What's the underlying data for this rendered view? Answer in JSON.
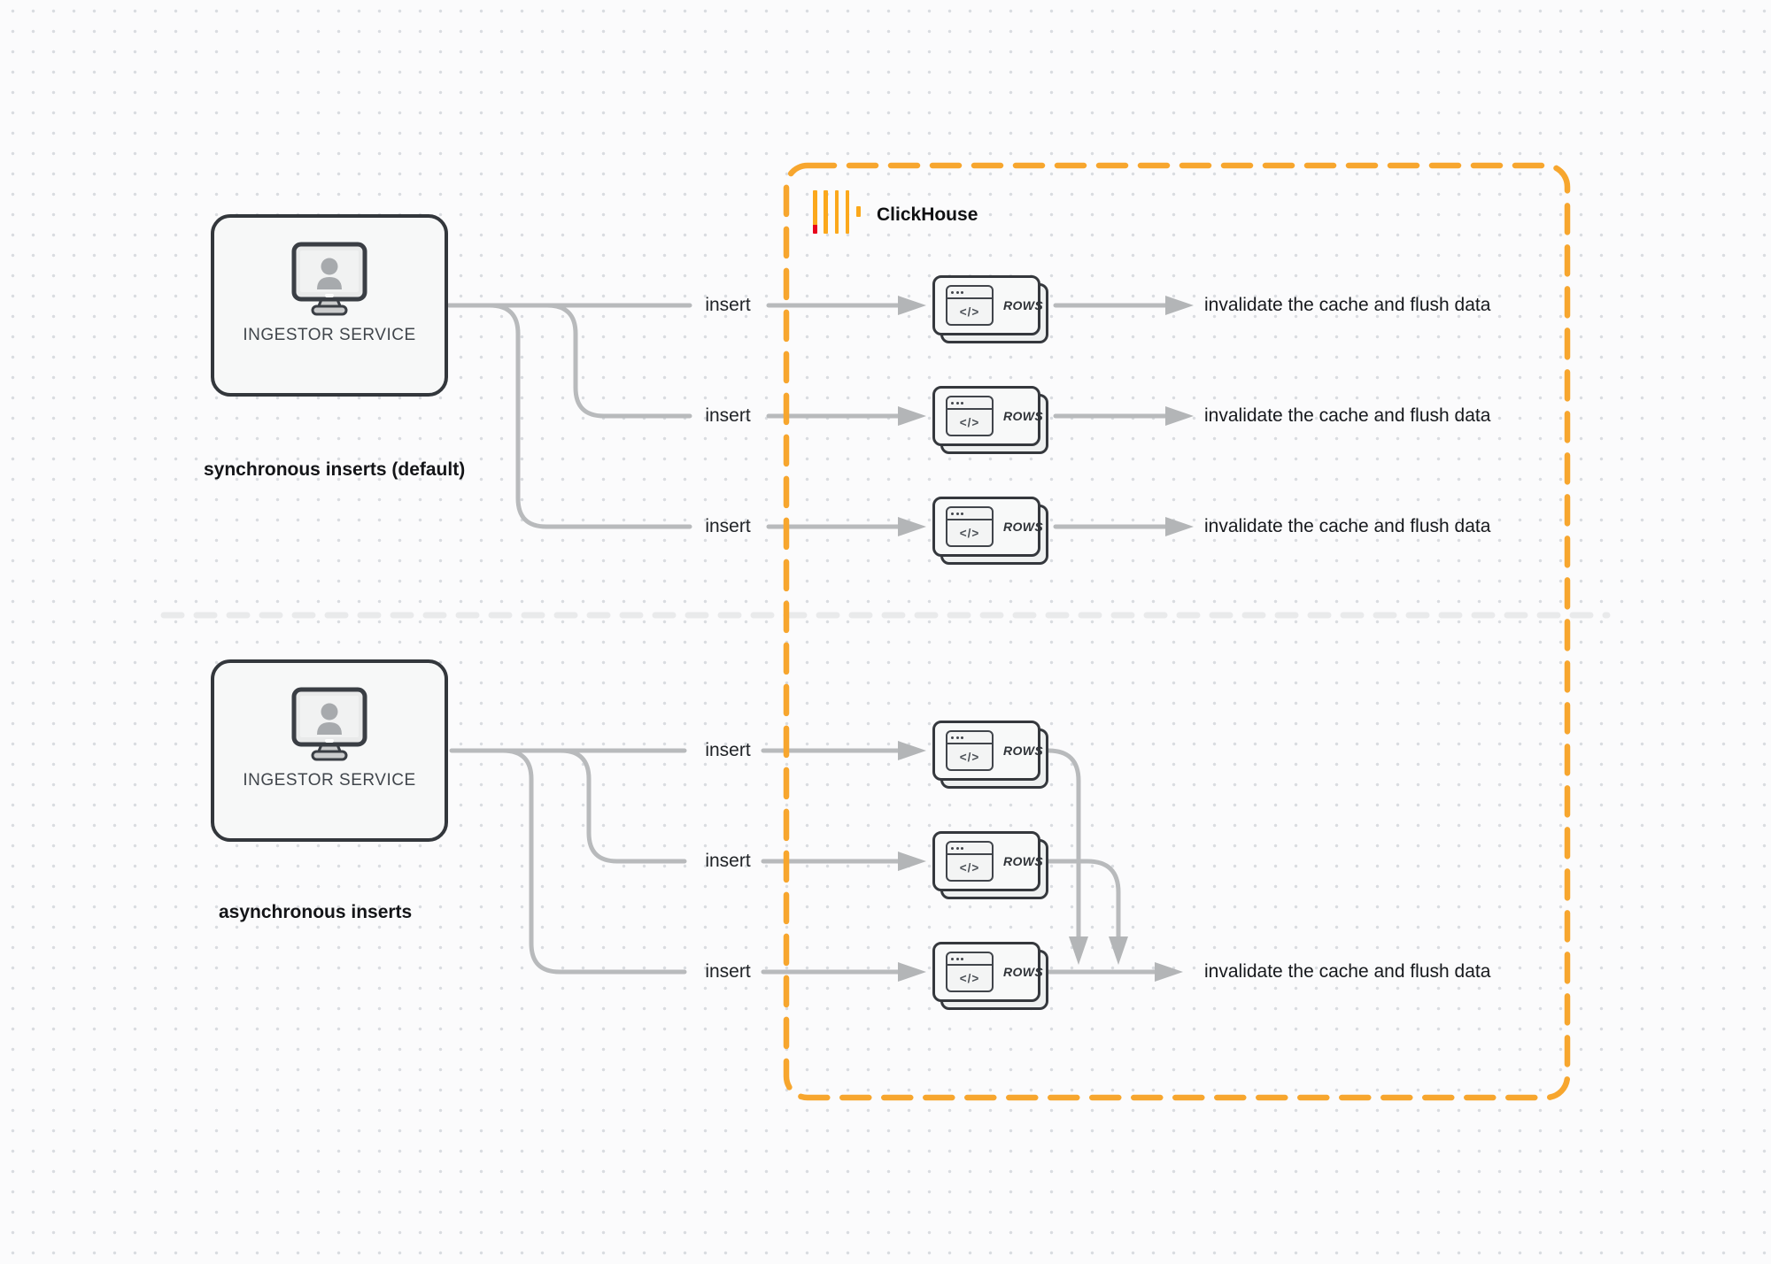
{
  "clickhouse": {
    "label": "ClickHouse"
  },
  "icons": {
    "code_window_glyph": "</>"
  },
  "sync": {
    "service_label": "INGESTOR SERVICE",
    "caption": "synchronous inserts (default)",
    "rows": [
      {
        "insert_label": "insert",
        "rows_label": "ROWS",
        "result_label": "invalidate the cache and flush data"
      },
      {
        "insert_label": "insert",
        "rows_label": "ROWS",
        "result_label": "invalidate the cache and flush data"
      },
      {
        "insert_label": "insert",
        "rows_label": "ROWS",
        "result_label": "invalidate the cache and flush data"
      }
    ]
  },
  "async": {
    "service_label": "INGESTOR SERVICE",
    "caption": "asynchronous inserts",
    "rows": [
      {
        "insert_label": "insert",
        "rows_label": "ROWS"
      },
      {
        "insert_label": "insert",
        "rows_label": "ROWS"
      },
      {
        "insert_label": "insert",
        "rows_label": "ROWS"
      }
    ],
    "result_label": "invalidate the cache and flush data"
  },
  "colors": {
    "boundary_orange": "#f7a62e",
    "logo_yellow": "#fba81c",
    "logo_red": "#e8051c",
    "connector_gray": "#b8babc",
    "divider_gray": "#e9eaeb",
    "box_border": "#33373c"
  }
}
